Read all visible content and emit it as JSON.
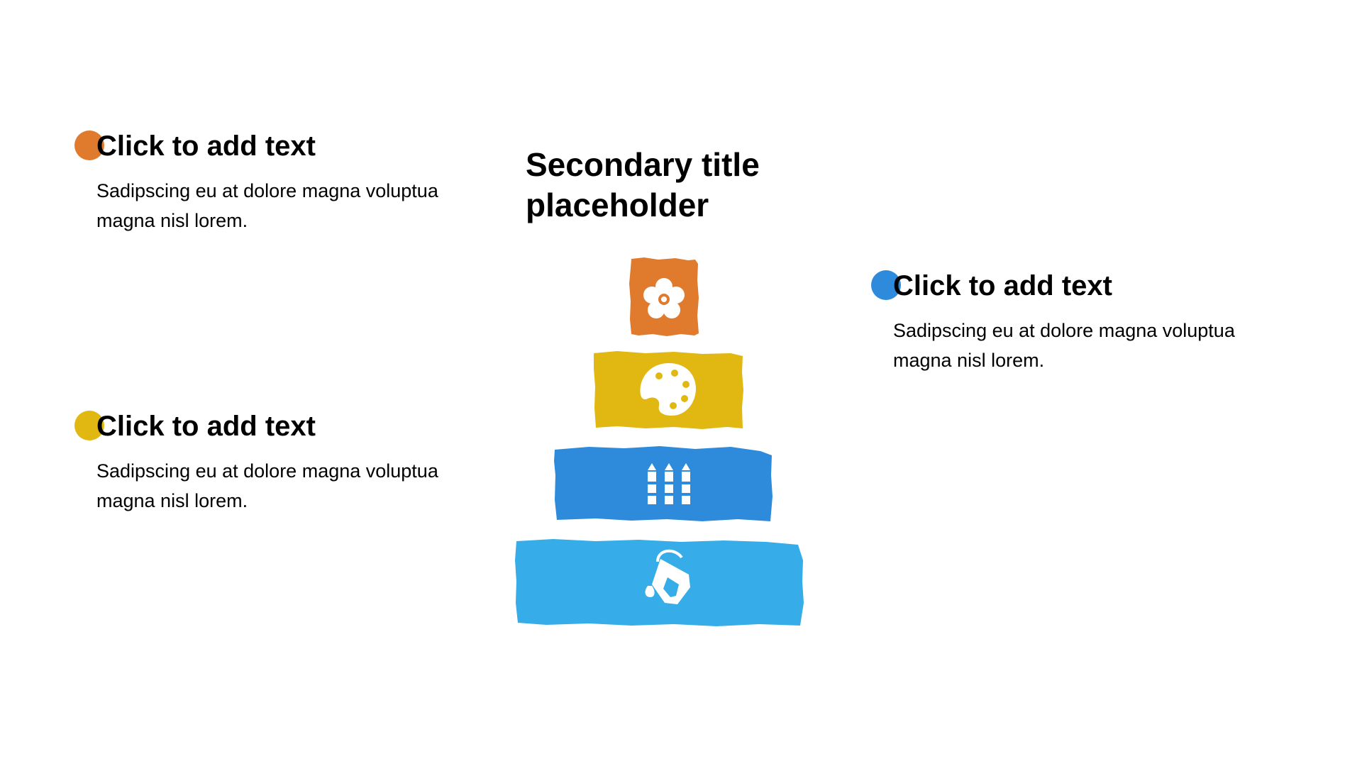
{
  "slide": {
    "secondary_title": "Secondary title placeholder",
    "items": [
      {
        "heading": "Click to add text",
        "body": "Sadipscing eu at dolore magna voluptua magna nisl lorem.",
        "dot_color": "#E07B2D"
      },
      {
        "heading": "Click to add text",
        "body": "Sadipscing eu at dolore magna voluptua magna nisl lorem.",
        "dot_color": "#E1B712"
      },
      {
        "heading": "Click to add text",
        "body": "Sadipscing eu at dolore magna voluptua magna nisl lorem.",
        "dot_color": "#2E8BDB"
      }
    ]
  },
  "pyramid": {
    "tiers": [
      {
        "icon": "flower-icon",
        "color": "#E07B2D"
      },
      {
        "icon": "palette-icon",
        "color": "#E1B712"
      },
      {
        "icon": "crayons-icon",
        "color": "#2E8BDB"
      },
      {
        "icon": "paint-bucket-icon",
        "color": "#36ACE8"
      }
    ]
  }
}
